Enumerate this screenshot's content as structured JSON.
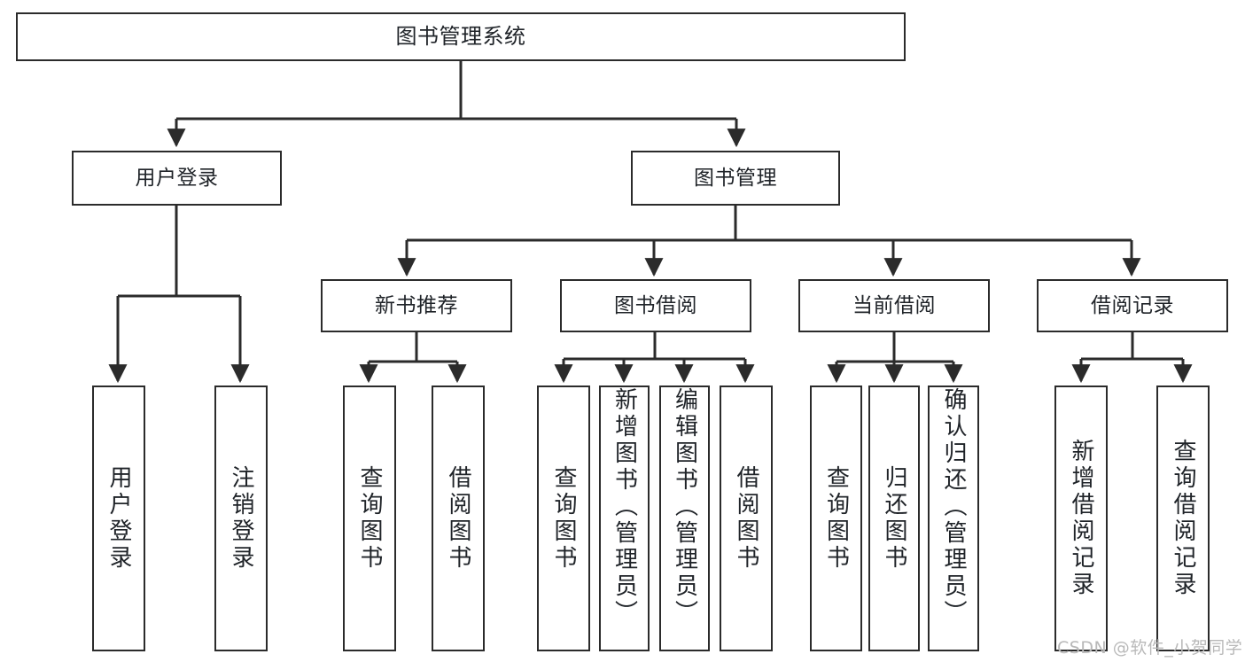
{
  "diagram": {
    "title": "图书管理系统",
    "watermark": "CSDN @软件_小贺同学",
    "line_color": "#2b2b2b",
    "box_fill": "#ffffff",
    "text_color": "#1f2328"
  },
  "nodes": {
    "root": {
      "label": "图书管理系统"
    },
    "level1": [
      {
        "id": "user-login",
        "label": "用户登录"
      },
      {
        "id": "book-management",
        "label": "图书管理"
      }
    ],
    "level2": [
      {
        "id": "new-book-recommend",
        "label": "新书推荐"
      },
      {
        "id": "book-borrow",
        "label": "图书借阅"
      },
      {
        "id": "current-borrow",
        "label": "当前借阅"
      },
      {
        "id": "borrow-record",
        "label": "借阅记录"
      }
    ],
    "leaves": {
      "user_login": [
        {
          "id": "leaf-user-login",
          "label": "用户登录"
        },
        {
          "id": "leaf-logout-login",
          "label": "注销登录"
        }
      ],
      "new_book_recommend": [
        {
          "id": "leaf-query-book-1",
          "label": "查询图书"
        },
        {
          "id": "leaf-borrow-book-1",
          "label": "借阅图书"
        }
      ],
      "book_borrow": [
        {
          "id": "leaf-query-book-2",
          "label": "查询图书"
        },
        {
          "id": "leaf-add-book-admin",
          "label": "新增图书（管理员）"
        },
        {
          "id": "leaf-edit-book-admin",
          "label": "编辑图书（管理员）"
        },
        {
          "id": "leaf-borrow-book-2",
          "label": "借阅图书"
        }
      ],
      "current_borrow": [
        {
          "id": "leaf-query-book-3",
          "label": "查询图书"
        },
        {
          "id": "leaf-return-book",
          "label": "归还图书"
        },
        {
          "id": "leaf-confirm-return-admin",
          "label": "确认归还（管理员）"
        }
      ],
      "borrow_record": [
        {
          "id": "leaf-add-borrow-record",
          "label": "新增借阅记录"
        },
        {
          "id": "leaf-query-borrow-record",
          "label": "查询借阅记录"
        }
      ]
    }
  }
}
